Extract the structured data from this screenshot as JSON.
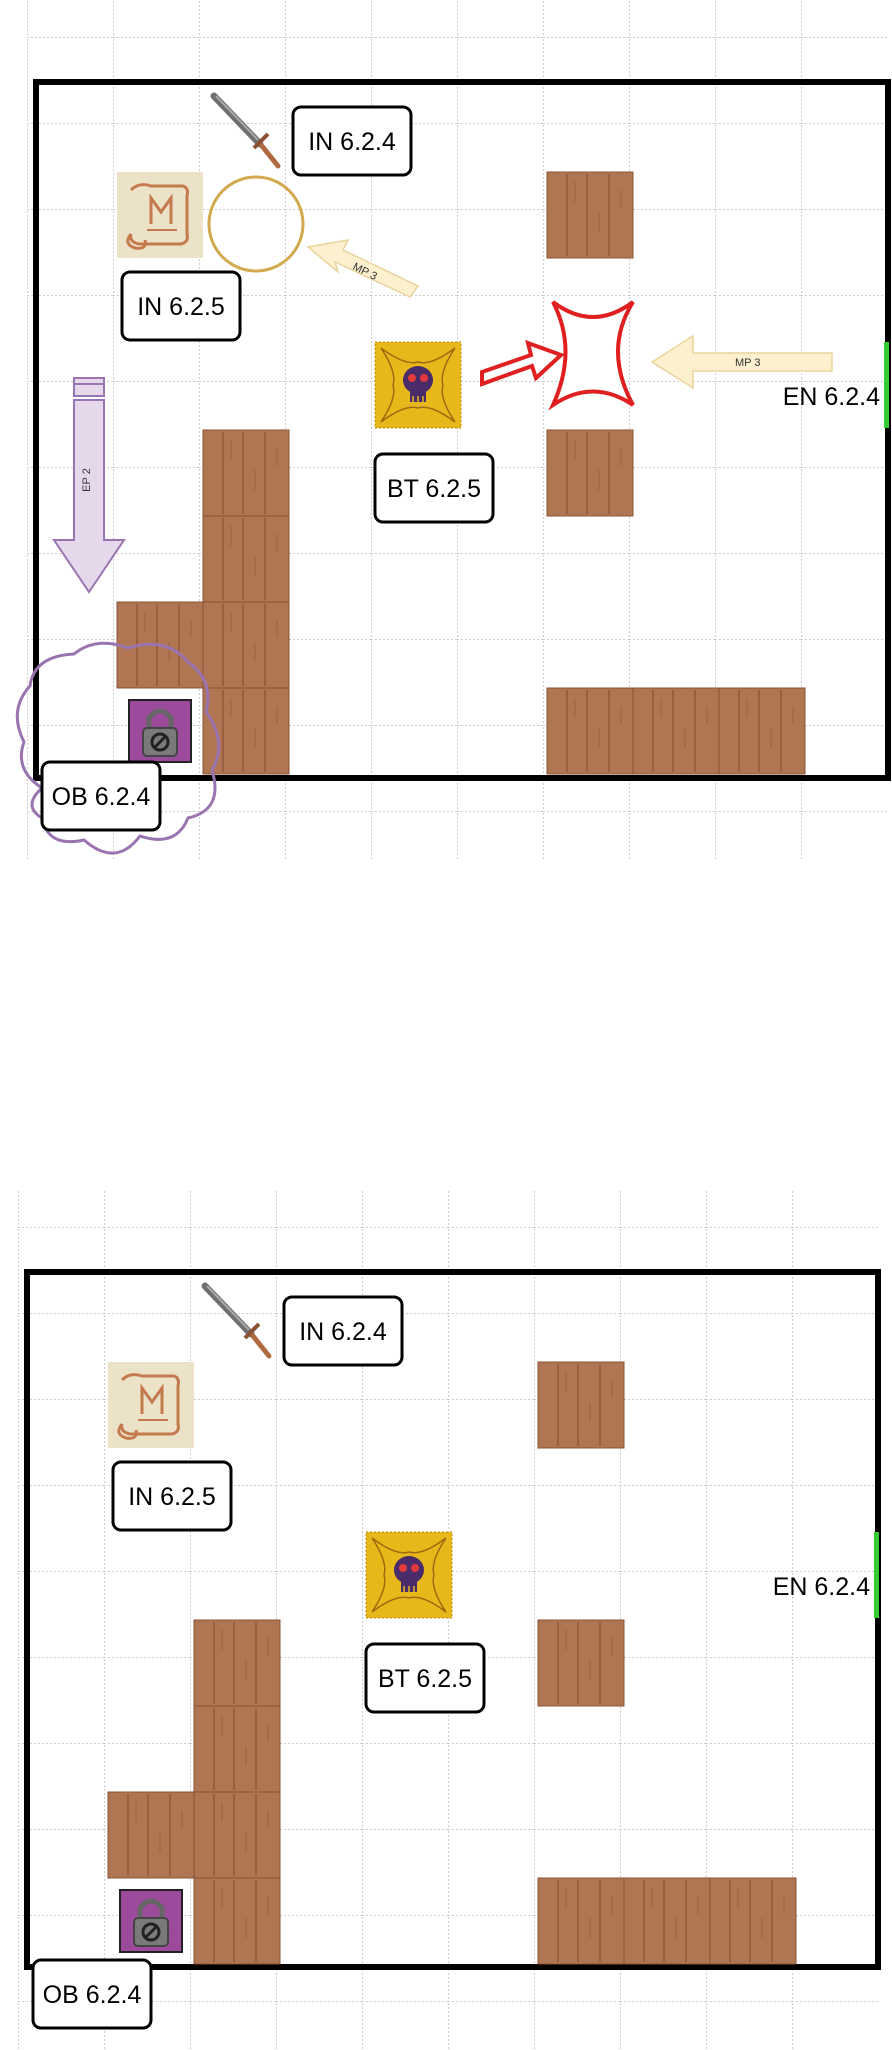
{
  "colors": {
    "wall": "#000000",
    "grid": "#9a9a9a",
    "crate": "#b07552",
    "crate_line": "#8a5234",
    "scroll_bg": "#ece2c8",
    "scroll_ink": "#c47a4d",
    "trap_bg": "#e8b81a",
    "lock_bg": "#9c4a9c",
    "exit": "#33cc33",
    "impact": "#e02020",
    "arrow_fill": "#fdf0cf",
    "arrow_stroke": "#e9d49c",
    "ep_fill": "#e5d8ea",
    "ep_stroke": "#9a74b0",
    "ring": "#d4aa50"
  },
  "top": {
    "labels": {
      "weapon": "IN 6.2.4",
      "scroll": "IN 6.2.5",
      "trap": "BT 6.2.5",
      "exit": "EN 6.2.4",
      "lock": "OB 6.2.4"
    },
    "arrows": {
      "mp_diagonal": "MP 3",
      "mp_horizontal": "MP 3",
      "ep": "EP 2"
    }
  },
  "bottom": {
    "labels": {
      "weapon": "IN 6.2.4",
      "scroll": "IN 6.2.5",
      "trap": "BT 6.2.5",
      "exit": "EN 6.2.4",
      "lock": "OB 6.2.4"
    }
  },
  "icons": {
    "weapon": "sword-icon",
    "scroll": "scroll-icon",
    "trap": "skull-trap-icon",
    "lock": "padlock-icon",
    "impact": "impact-burst-icon"
  }
}
